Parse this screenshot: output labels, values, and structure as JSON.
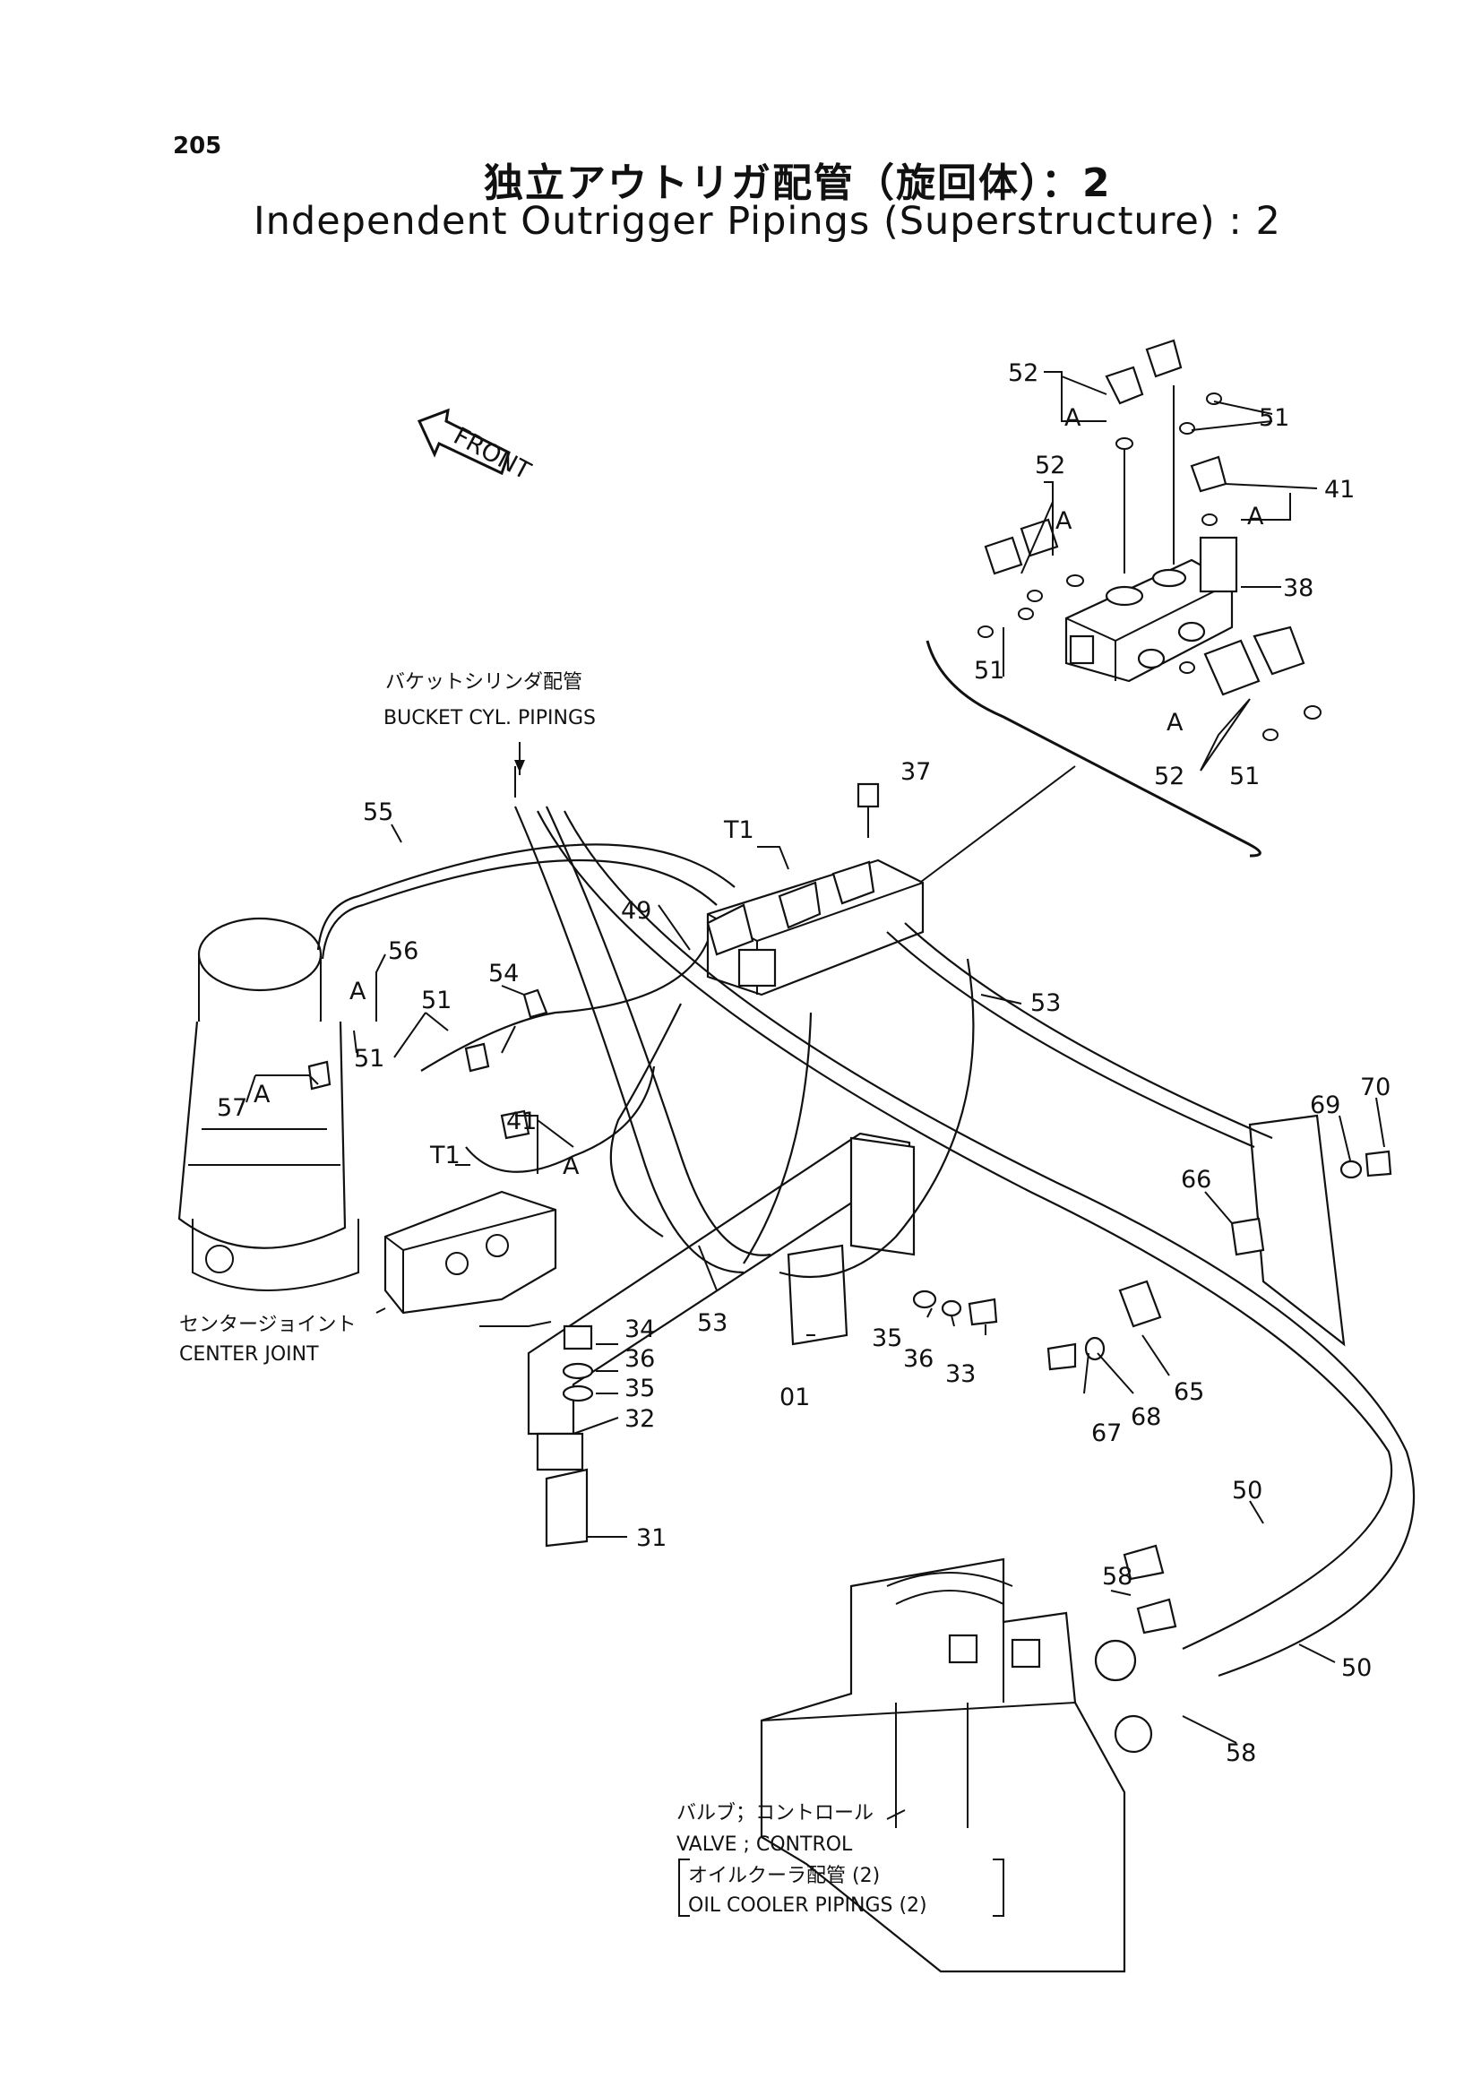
{
  "page_number": "205",
  "title_jp": "独立アウトリガ配管（旋回体）：2",
  "title_en": "Independent Outrigger Pipings (Superstructure) : 2",
  "front_label": "FRONT",
  "notes": {
    "bucket_jp": "バケットシリンダ配管",
    "bucket_en": "BUCKET CYL. PIPINGS",
    "center_jp": "センタージョイント",
    "center_en": "CENTER JOINT",
    "valve_jp": "バルブ；コントロール",
    "valve_en": "VALVE ; CONTROL",
    "cooler_jp": "オイルクーラ配管 (2)",
    "cooler_en": "OIL COOLER PIPINGS (2)"
  },
  "callouts": {
    "c52a": "52",
    "c51a": "51",
    "c41a": "41",
    "c52b": "52",
    "c38": "38",
    "c51b": "51",
    "c52c": "52",
    "c51c": "51",
    "c37": "37",
    "t1a": "T1",
    "c55": "55",
    "c49": "49",
    "c53a": "53",
    "c56": "56",
    "c54": "54",
    "c51d": "51",
    "c51e": "51",
    "c57": "57",
    "c41b": "41",
    "t1b": "T1",
    "c70": "70",
    "c69": "69",
    "c66": "66",
    "c34": "34",
    "c36a": "36",
    "c35a": "35",
    "c32": "32",
    "c53b": "53",
    "c35b": "35",
    "c36b": "36",
    "c33": "33",
    "c01": "01",
    "c65": "65",
    "c67": "67",
    "c68": "68",
    "c31": "31",
    "c50a": "50",
    "c58a": "58",
    "c50b": "50",
    "c58b": "58"
  },
  "section_marks": {
    "a1": "A",
    "a2": "A",
    "a3": "A",
    "a4": "A",
    "a5": "A",
    "a6": "A",
    "a7": "A"
  }
}
